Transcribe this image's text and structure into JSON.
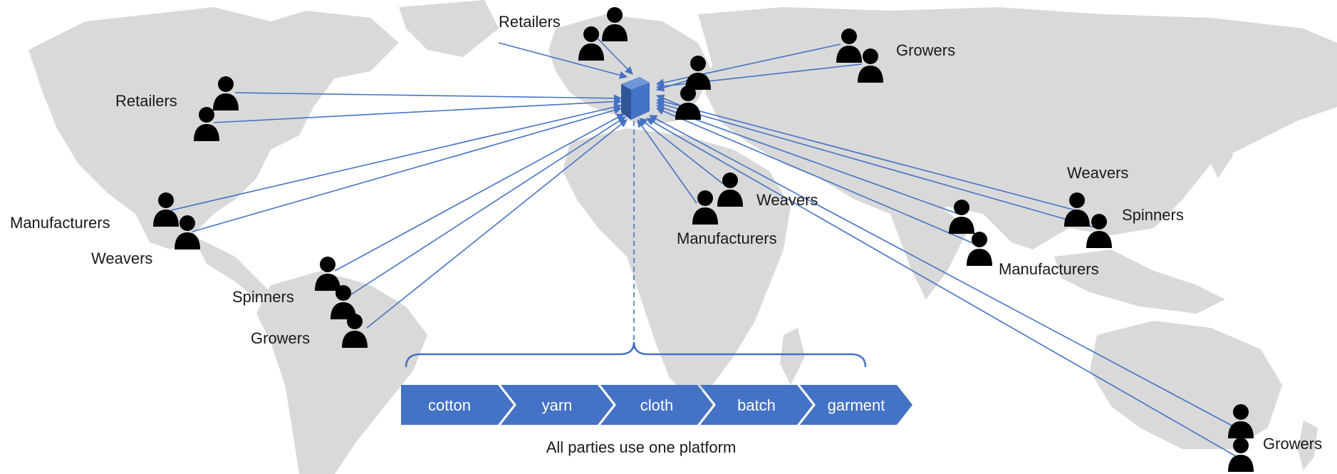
{
  "colors": {
    "map_land": "#d9d9d9",
    "line": "#4472c4",
    "chevron_fill": "#4472c4",
    "chevron_text": "#ffffff",
    "person": "#000000",
    "hub": "#4472c4"
  },
  "icons": {
    "person": "person-icon",
    "hub": "blockchain-cube-icon"
  },
  "labels": {
    "retailers_top": "Retailers",
    "growers_east": "Growers",
    "retailers_west": "Retailers",
    "manufacturers_west": "Manufacturers",
    "weavers_west": "Weavers",
    "spinners_sa": "Spinners",
    "growers_sa": "Growers",
    "weavers_africa": "Weavers",
    "manufacturers_africa": "Manufacturers",
    "weavers_asia": "Weavers",
    "spinners_asia": "Spinners",
    "manufacturers_asia": "Manufacturers",
    "growers_aus": "Growers"
  },
  "process_steps": [
    "cotton",
    "yarn",
    "cloth",
    "batch",
    "garment"
  ],
  "caption": "All parties use one platform"
}
